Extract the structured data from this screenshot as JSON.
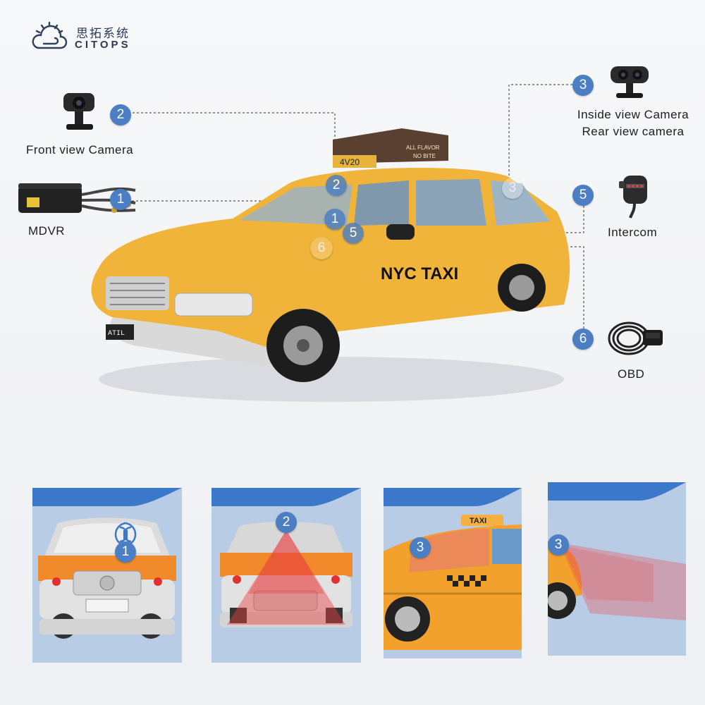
{
  "brand": {
    "name_cn": "思拓系统",
    "name_en": "CITOPS"
  },
  "devices": [
    {
      "number": "1",
      "label": "MDVR"
    },
    {
      "number": "2",
      "label": "Front view Camera"
    },
    {
      "number": "3",
      "label_line1": "Inside view Camera",
      "label_line2": "Rear view camera"
    },
    {
      "number": "5",
      "label": "Intercom"
    },
    {
      "number": "6",
      "label": "OBD"
    }
  ],
  "car_markers": [
    "2",
    "1",
    "5",
    "6",
    "3"
  ],
  "taxi": {
    "door_text": "NYC TAXI",
    "roof_sign": "4V20",
    "roof_sign_sub1": "ALL FLAVOR",
    "roof_sign_sub2": "NO BITE",
    "plate": "ATIL"
  },
  "panels": [
    {
      "number": "1"
    },
    {
      "number": "2"
    },
    {
      "number": "3",
      "sign": "TAXI"
    },
    {
      "number": "3"
    }
  ],
  "colors": {
    "accent": "#4b7ec2",
    "taxi_yellow": "#f2b636",
    "panel_bg": "#b8cce6",
    "panel_bar": "#3b78c9"
  }
}
